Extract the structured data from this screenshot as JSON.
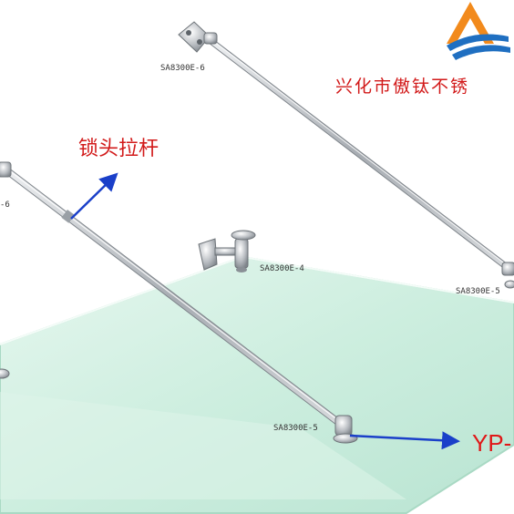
{
  "brand": {
    "logo_letter": "A",
    "company_name": "兴化市傲钛不锈",
    "colors": {
      "logo_orange": "#f28a1c",
      "logo_blue": "#1f6fc1",
      "company_red": "#d21a1a"
    }
  },
  "callouts": {
    "tie_rod_label": "锁头拉杆",
    "fitting_label": "YP-",
    "text_color": "#d21a1a",
    "arrow_color": "#1a3fc9"
  },
  "parts": {
    "top_bracket": "SA8300E-6",
    "left_bracket": "-6",
    "glass_clamp": "SA8300E-4",
    "right_end": "SA8300E-5",
    "front_end": "SA8300E-5"
  },
  "colors": {
    "glass_fill": "#cfeee0",
    "glass_edge": "#a9d9c4",
    "rod_steel": "#b9bdc2"
  }
}
